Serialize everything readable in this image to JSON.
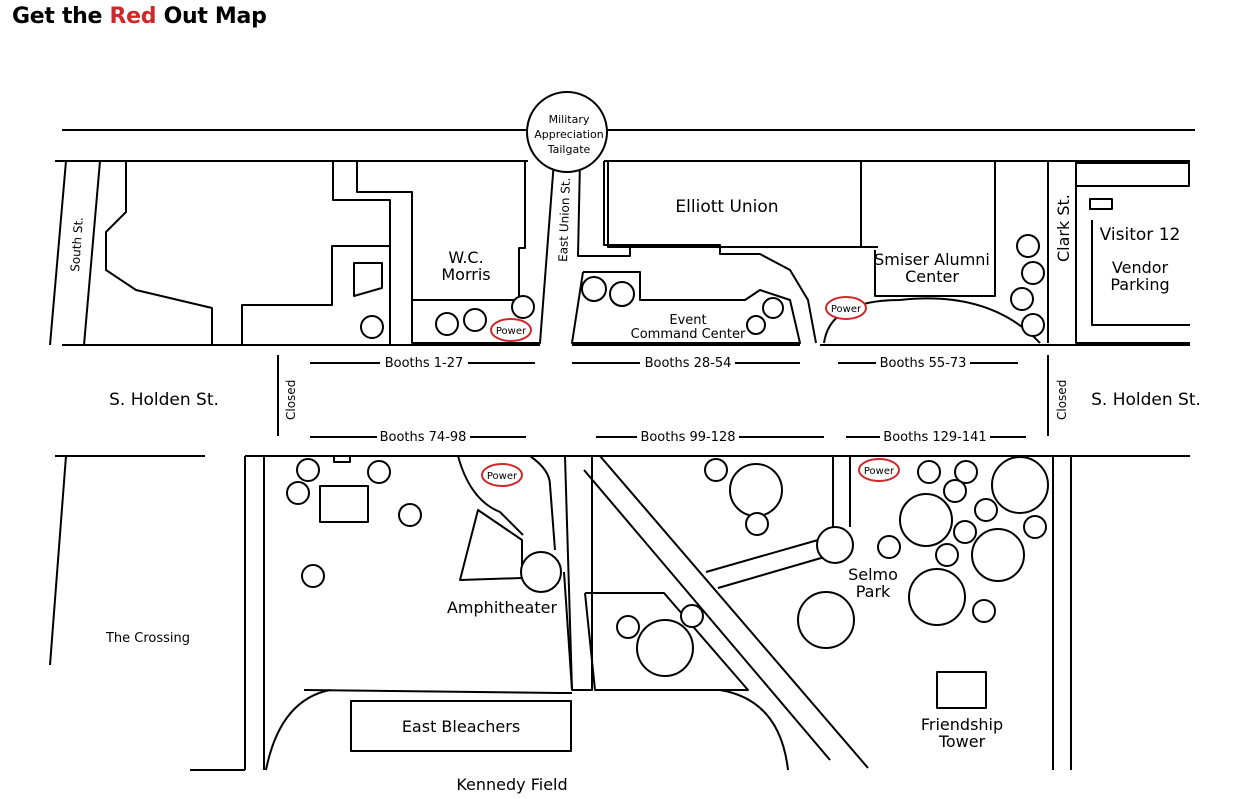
{
  "title": {
    "prefix": "Get the ",
    "accent": "Red",
    "suffix": " Out Map",
    "accent_color": "#cc2a2a"
  },
  "landmarks": {
    "military_1": "Military",
    "military_2": "Appreciation",
    "military_3": "Tailgate",
    "elliott_union": "Elliott Union",
    "smiser_1": "Smiser Alumni",
    "smiser_2": "Center",
    "wc_1": "W.C.",
    "wc_2": "Morris",
    "event_1": "Event",
    "event_2": "Command Center",
    "visitor": "Visitor 12",
    "vendor_1": "Vendor",
    "vendor_2": "Parking",
    "amphitheater": "Amphitheater",
    "selmo_1": "Selmo",
    "selmo_2": "Park",
    "the_crossing": "The Crossing",
    "east_bleachers": "East Bleachers",
    "friendship_1": "Friendship",
    "friendship_2": "Tower",
    "kennedy_field": "Kennedy Field"
  },
  "streets": {
    "south_st": "South St.",
    "east_union_st": "East Union St.",
    "clark_st": "Clark St.",
    "holden_left": "S. Holden St.",
    "holden_right": "S. Holden St.",
    "closed_left": "Closed",
    "closed_right": "Closed"
  },
  "booths": {
    "b1": "Booths 1-27",
    "b2": "Booths 28-54",
    "b3": "Booths 55-73",
    "b4": "Booths 74-98",
    "b5": "Booths 99-128",
    "b6": "Booths 129-141"
  },
  "power": {
    "label": "Power",
    "color": "#cc2a2a"
  }
}
